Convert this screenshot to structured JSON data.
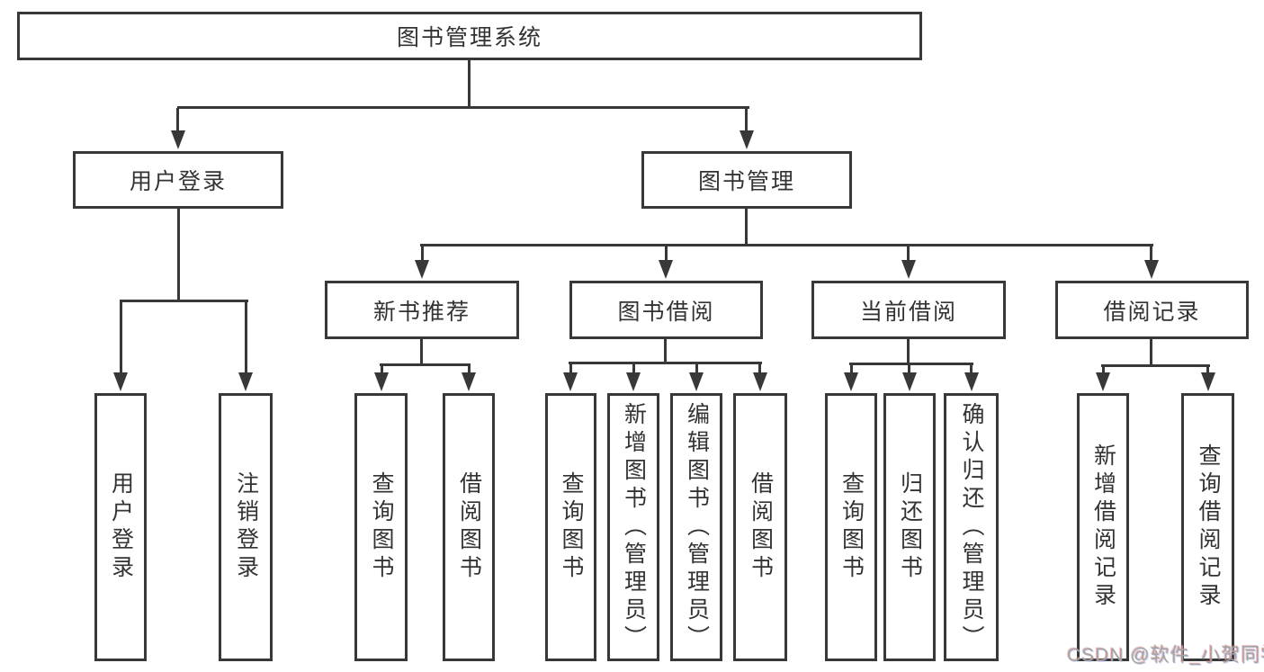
{
  "root": {
    "label": "图书管理系统"
  },
  "branches": [
    {
      "label": "用户登录",
      "children": [
        {
          "label": "用户登录"
        },
        {
          "label": "注销登录"
        }
      ]
    },
    {
      "label": "图书管理",
      "children": [
        {
          "label": "新书推荐",
          "children": [
            {
              "label": "查询图书"
            },
            {
              "label": "借阅图书"
            }
          ]
        },
        {
          "label": "图书借阅",
          "children": [
            {
              "label": "查询图书"
            },
            {
              "label": "新增图书（管理员）"
            },
            {
              "label": "编辑图书（管理员）"
            },
            {
              "label": "借阅图书"
            }
          ]
        },
        {
          "label": "当前借阅",
          "children": [
            {
              "label": "查询图书"
            },
            {
              "label": "归还图书"
            },
            {
              "label": "确认归还（管理员）"
            }
          ]
        },
        {
          "label": "借阅记录",
          "children": [
            {
              "label": "新增借阅记录"
            },
            {
              "label": "查询借阅记录"
            }
          ]
        }
      ]
    }
  ],
  "watermark": {
    "text": "CSDN @软件_小贺同学"
  },
  "colors": {
    "line": "#383838",
    "box_border": "#383838",
    "text": "#333333",
    "watermark": "#a3a3a3",
    "background": "#ffffff"
  }
}
